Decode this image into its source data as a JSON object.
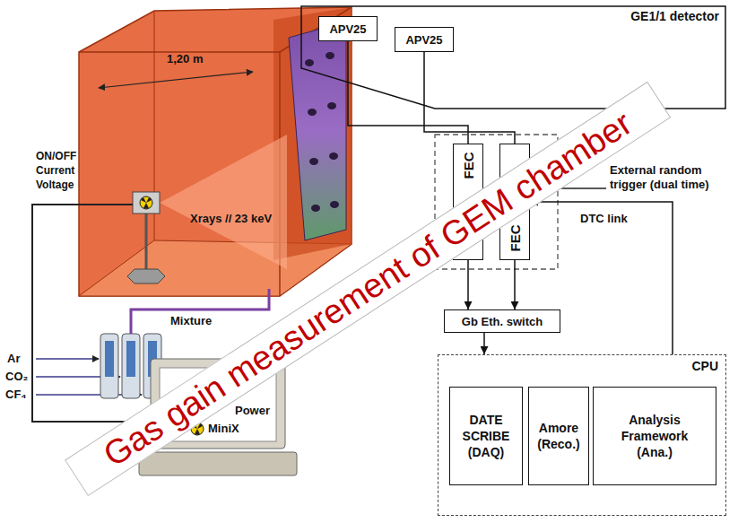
{
  "diagram": {
    "nodes": [
      {
        "text": [
          "GE1/1 detector"
        ]
      },
      {
        "text": [
          "APV25"
        ],
        "in": 0
      },
      {
        "text": [
          "APV25"
        ],
        "in": 0
      },
      {
        "text": [
          "FEC"
        ]
      },
      {
        "text": [
          "FEC"
        ]
      },
      {
        "text": [
          "Gb Eth. switch"
        ]
      },
      {
        "text": [
          "CPU"
        ]
      },
      {
        "text": [
          "DATE SCRIBE (DAQ)"
        ],
        "in": 6
      },
      {
        "text": [
          "Amore (Reco.)"
        ],
        "in": 6
      },
      {
        "text": [
          "Analysis Framework (Ana.)"
        ],
        "in": 6
      }
    ],
    "edges": [
      {
        "from": 1,
        "to": 3,
        "arrow": "none"
      },
      {
        "from": 2,
        "to": 4,
        "arrow": "none"
      },
      {
        "from": 3,
        "to": 5,
        "arrow": "to"
      },
      {
        "from": 4,
        "to": 5,
        "arrow": "to"
      },
      {
        "from": 5,
        "to": 6,
        "arrow": "to"
      },
      {
        "from": 6,
        "to": 4,
        "label": "DTC link",
        "arrow": "to"
      }
    ],
    "labels": [
      "1,20 m",
      "Xrays // 23 keV",
      "ON/OFF Current Voltage",
      "Mixture",
      "Ar",
      "CO₂",
      "CF₄",
      "Power",
      "MiniX",
      "External random trigger (dual time)",
      "Gas gain measurement of GEM chamber"
    ]
  }
}
